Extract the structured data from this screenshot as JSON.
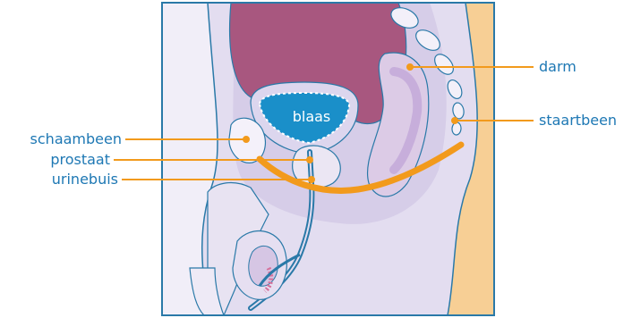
{
  "labels": {
    "blaas": "blaas",
    "schaambeen": "schaambeen",
    "prostaat": "prostaat",
    "urinebuis": "urinebuis",
    "darm": "darm",
    "staartbeen": "staartbeen"
  },
  "colors": {
    "label_text": "#1e78b4",
    "leader_line": "#f29a1c",
    "frame": "#2a79a8",
    "bladder": "#a8577f",
    "bladder_lumen": "#1a8fc9",
    "urethra": "#f29a1c",
    "tissue_lilac": "#d9d3ea",
    "tissue_light": "#ece8f4",
    "skin_back": "#f7cf95"
  }
}
